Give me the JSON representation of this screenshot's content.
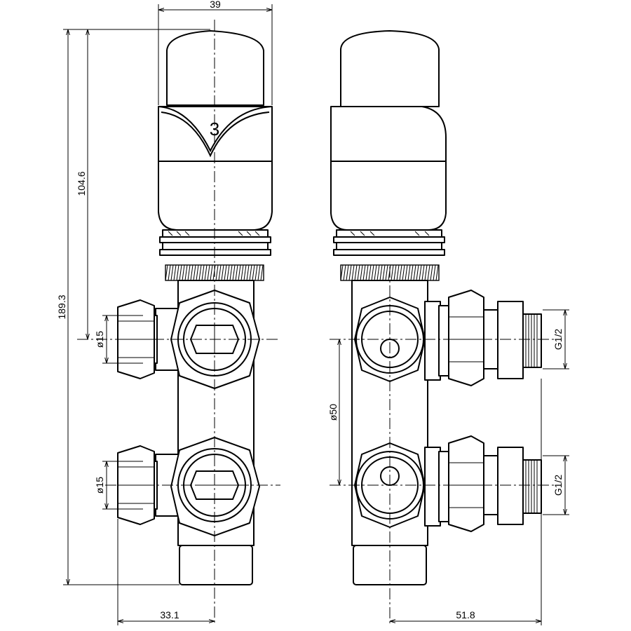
{
  "drawing": {
    "dimensions": {
      "head_width": "39",
      "height_to_upper_port": "104.6",
      "overall_height": "189.3",
      "upper_pipe_diameter": "ø15",
      "lower_pipe_diameter": "ø15",
      "centre_offset_front": "33.1",
      "port_spacing": "ø50",
      "upper_thread": "G1/2",
      "lower_thread": "G1/2",
      "centre_offset_side": "51.8"
    },
    "head_setting": "3"
  }
}
